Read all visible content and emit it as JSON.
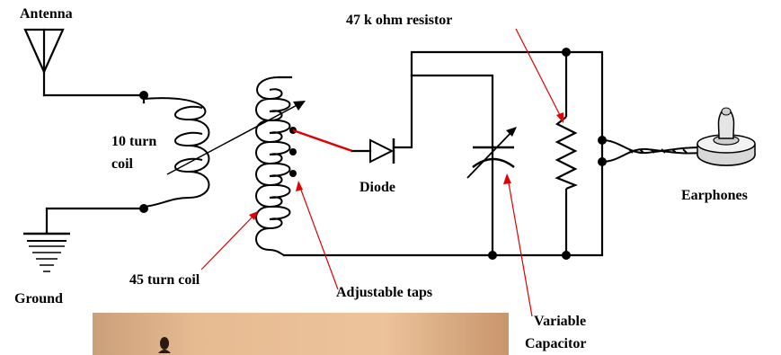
{
  "labels": {
    "antenna": "Antenna",
    "resistor": "47 k ohm resistor",
    "coil10_line1": "10 turn",
    "coil10_line2": "coil",
    "diode": "Diode",
    "earphones": "Earphones",
    "ground": "Ground",
    "coil45": "45 turn coil",
    "taps": "Adjustable taps",
    "varcap_line1": "Variable",
    "varcap_line2": "Capacitor"
  },
  "colors": {
    "wire": "#000000",
    "annotation": "#e00000",
    "photo": "#e6bb92"
  }
}
